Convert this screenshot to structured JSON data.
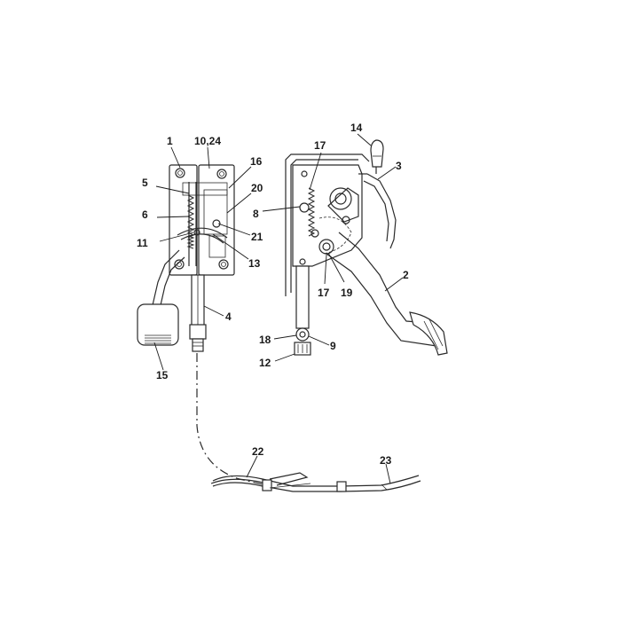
{
  "callouts": [
    {
      "id": "c1",
      "text": "1"
    },
    {
      "id": "c1024",
      "text": "10,24"
    },
    {
      "id": "c16",
      "text": "16"
    },
    {
      "id": "c5",
      "text": "5"
    },
    {
      "id": "c20",
      "text": "20"
    },
    {
      "id": "c6",
      "text": "6"
    },
    {
      "id": "c11",
      "text": "11"
    },
    {
      "id": "c21",
      "text": "21"
    },
    {
      "id": "c13",
      "text": "13"
    },
    {
      "id": "c4",
      "text": "4"
    },
    {
      "id": "c15",
      "text": "15"
    },
    {
      "id": "c14",
      "text": "14"
    },
    {
      "id": "c3",
      "text": "3"
    },
    {
      "id": "c17a",
      "text": "17"
    },
    {
      "id": "c8",
      "text": "8"
    },
    {
      "id": "c17b",
      "text": "17"
    },
    {
      "id": "c19",
      "text": "19"
    },
    {
      "id": "c2",
      "text": "2"
    },
    {
      "id": "c18",
      "text": "18"
    },
    {
      "id": "c9",
      "text": "9"
    },
    {
      "id": "c12",
      "text": "12"
    },
    {
      "id": "c22",
      "text": "22"
    },
    {
      "id": "c23",
      "text": "23"
    }
  ]
}
